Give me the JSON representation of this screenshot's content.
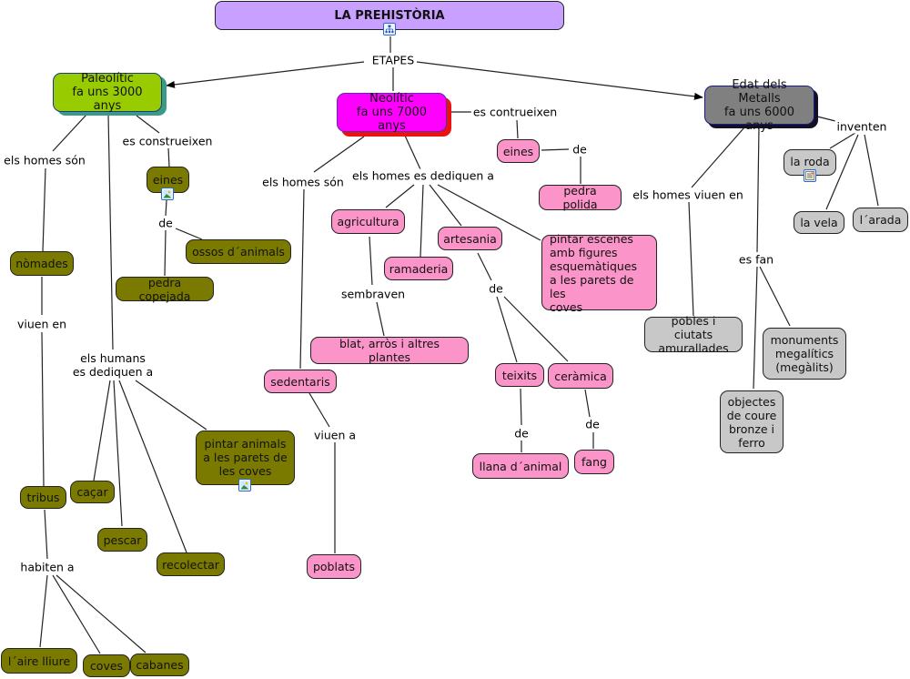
{
  "title": "LA PREHISTÒRIA",
  "colors": {
    "title": "#c8a0ff",
    "paleolitic": "#99cc00",
    "neolitic": "#ff00ff",
    "metalls": "#808080",
    "paleo_children": "#7b7a00",
    "neo_children": "#fb94c8",
    "metal_children": "#c8c8c8"
  },
  "link_labels": {
    "etapes": "ETAPES",
    "paleo_homes_son": "els homes són",
    "paleo_construeixen": "es construeixen",
    "paleo_de": "de",
    "paleo_viuen_en": "viuen en",
    "paleo_humans_dediquen": "els humans\nes dediquen a",
    "paleo_habiten": "habiten a",
    "neo_construeixen": "es contrueixen",
    "neo_de_eines": "de",
    "neo_homes_son": "els homes són",
    "neo_dediquen": "els homes es dediquen a",
    "neo_sembraven": "sembraven",
    "neo_de_artesania": "de",
    "neo_viuen_a": "viuen a",
    "neo_de_teixits": "de",
    "neo_de_ceramica": "de",
    "metal_viuen_en": "els homes viuen en",
    "metal_fan": "es fan",
    "metal_inventen": "inventen"
  },
  "nodes": {
    "paleolitic": "Paleolític\nfa uns 3000 anys",
    "neolitic": "Neolític\nfa uns 7000 anys",
    "metalls": "Edat dels Metalls\nfa uns 6000 anys",
    "p_eines": "eines",
    "p_ossos": "ossos d´animals",
    "p_pedra": "pedra copejada",
    "p_nomades": "nòmades",
    "p_tribus": "tribus",
    "p_cacar": "caçar",
    "p_pescar": "pescar",
    "p_recolectar": "recolectar",
    "p_pintar": "pintar animals\na les parets de\nles coves",
    "p_aire": "l´aire lliure",
    "p_coves": "coves",
    "p_cabanes": "cabanes",
    "n_eines": "eines",
    "n_pedra": "pedra polida",
    "n_agricultura": "agricultura",
    "n_ramaderia": "ramaderia",
    "n_artesania": "artesania",
    "n_pintar": "pintar escenes\namb figures\nesquemàtiques\na les parets de les\ncoves",
    "n_blat": "blat, arròs i altres plantes",
    "n_sedentaris": "sedentaris",
    "n_teixits": "teixits",
    "n_ceramica": "ceràmica",
    "n_llana": "llana d´animal",
    "n_fang": "fang",
    "n_poblats": "poblats",
    "m_roda": "la roda",
    "m_vela": "la vela",
    "m_arada": "l´arada",
    "m_pobles": "pobles i ciutats\namurallades",
    "m_monuments": "monuments\nmegalítics\n(megàlits)",
    "m_objectes": "objectes\nde coure\nbronze i\nferro"
  },
  "icons": {
    "title_resource": "concept-map-icon",
    "p_eines_resource": "image-icon",
    "p_pintar_resource": "image-icon",
    "m_roda_resource": "document-icon"
  }
}
